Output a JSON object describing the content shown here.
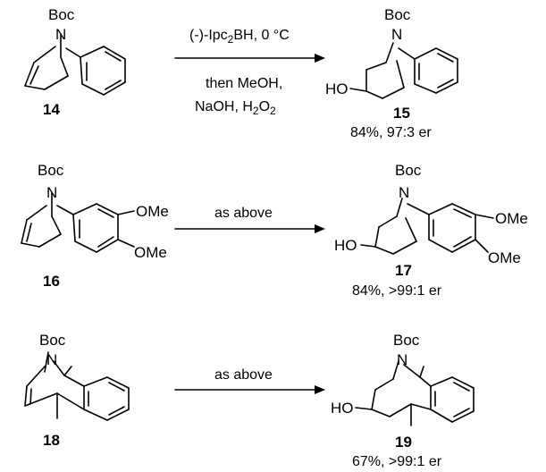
{
  "atoms": {
    "boc": "Boc",
    "n": "N",
    "ho": "HO",
    "ome": "OMe"
  },
  "reactions": [
    {
      "sm_number": "14",
      "conditions_line1": "(-)-Ipc",
      "conditions_line1_sub": "2",
      "conditions_line1_rest": "BH, 0 °C",
      "conditions_line2": "then MeOH,",
      "conditions_line3_a": "NaOH, H",
      "conditions_line3_sub1": "2",
      "conditions_line3_b": "O",
      "conditions_line3_sub2": "2",
      "product_number": "15",
      "product_yield": "84%, 97:3 er"
    },
    {
      "sm_number": "16",
      "conditions": "as above",
      "product_number": "17",
      "product_yield": "84%, >99:1 er"
    },
    {
      "sm_number": "18",
      "conditions": "as above",
      "product_number": "19",
      "product_yield": "67%, >99:1 er"
    }
  ]
}
